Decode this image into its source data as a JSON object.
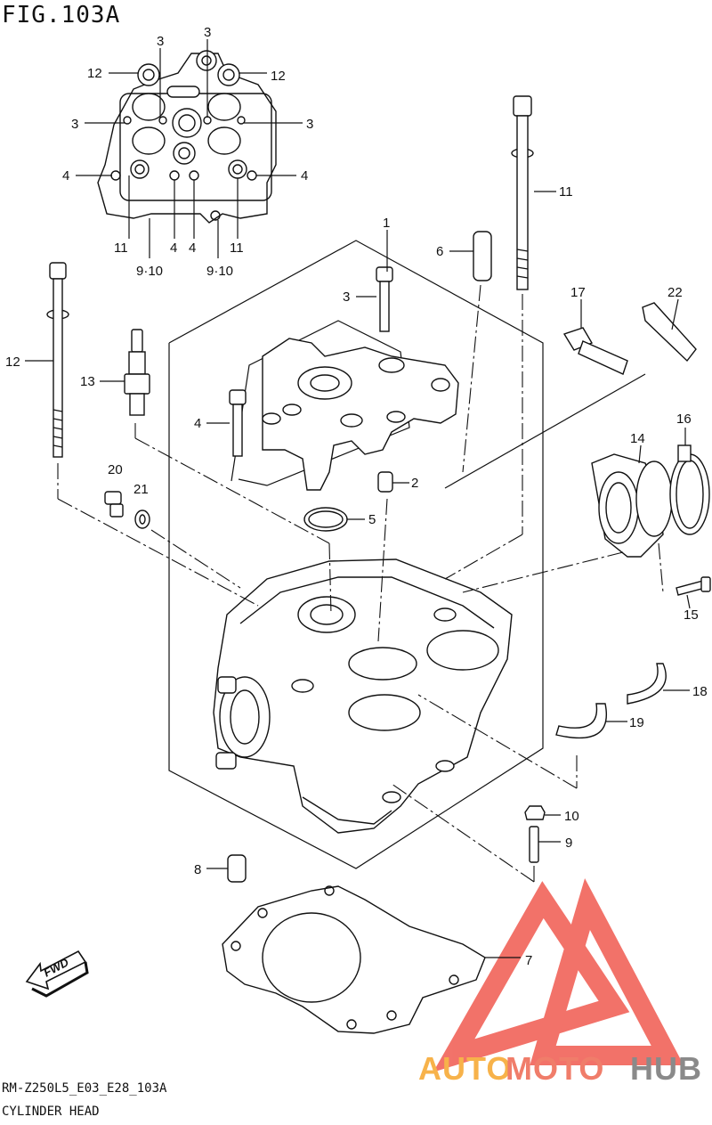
{
  "figure_id": "FIG.103A",
  "footer": {
    "model_code": "RM-Z250L5_E03_E28_103A",
    "section_name": "CYLINDER HEAD"
  },
  "fwd_label": "FWD",
  "watermark": {
    "part1": "AUTO",
    "part2": "MOTO",
    "part3": "HUB",
    "color_auto": "#f7b24a",
    "color_moto": "#f07d6a",
    "color_hub": "#8a8a8a",
    "logo_color": "#f05a50"
  },
  "callouts": {
    "top": [
      "3",
      "3",
      "12",
      "12",
      "3",
      "3",
      "4",
      "4",
      "11",
      "4",
      "4",
      "11",
      "9·10",
      "9·10"
    ],
    "main": [
      "1",
      "2",
      "3",
      "4",
      "5",
      "6",
      "7",
      "8",
      "9",
      "10",
      "11",
      "12",
      "13",
      "14",
      "15",
      "16",
      "17",
      "18",
      "19",
      "20",
      "21",
      "22"
    ]
  }
}
